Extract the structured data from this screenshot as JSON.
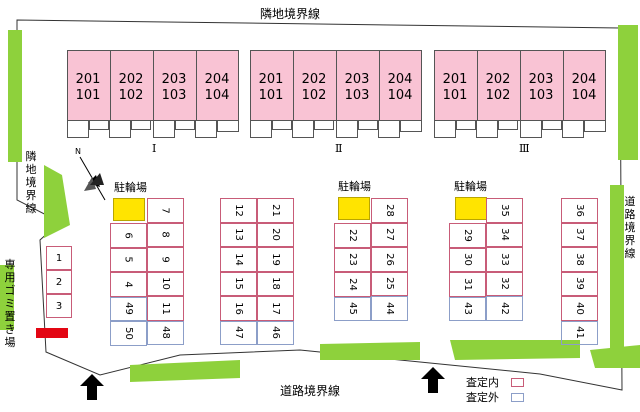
{
  "colors": {
    "building": "#f9c3d4",
    "green": "#8ed13c",
    "bike": "#ffe400",
    "garbage": "#e30613",
    "inside": "#c85c78",
    "outside": "#8c9ec8"
  },
  "boundary": {
    "top": "隣地境界線",
    "left": "隣地境界線",
    "right": "道路境界線",
    "bottom": "道路境界線"
  },
  "buildings": [
    {
      "label": "Ⅰ",
      "units": [
        [
          "201",
          "101"
        ],
        [
          "202",
          "102"
        ],
        [
          "203",
          "103"
        ],
        [
          "204",
          "104"
        ]
      ]
    },
    {
      "label": "Ⅱ",
      "units": [
        [
          "201",
          "101"
        ],
        [
          "202",
          "102"
        ],
        [
          "203",
          "103"
        ],
        [
          "204",
          "104"
        ]
      ]
    },
    {
      "label": "Ⅲ",
      "units": [
        [
          "201",
          "101"
        ],
        [
          "202",
          "102"
        ],
        [
          "203",
          "103"
        ],
        [
          "204",
          "104"
        ]
      ]
    }
  ],
  "bicycle_parking": [
    "駐輪場",
    "駐輪場",
    "駐輪場"
  ],
  "garbage_area": "専用ゴミ置き場",
  "parking": {
    "left": [
      "1",
      "2",
      "3"
    ],
    "blockA_left": [
      "6",
      "5",
      "4",
      "49",
      "50"
    ],
    "blockA_right": [
      "7",
      "8",
      "9",
      "10",
      "11",
      "48"
    ],
    "blockB_left": [
      "12",
      "13",
      "14",
      "15",
      "16",
      "47"
    ],
    "blockB_right": [
      "21",
      "20",
      "19",
      "18",
      "17",
      "46"
    ],
    "blockC_left": [
      "22",
      "23",
      "24",
      "45"
    ],
    "blockC_right": [
      "28",
      "27",
      "26",
      "25",
      "44"
    ],
    "blockD_left": [
      "29",
      "30",
      "31",
      "43"
    ],
    "blockD_right": [
      "35",
      "34",
      "33",
      "32",
      "42"
    ],
    "blockE_right": [
      "36",
      "37",
      "38",
      "39",
      "40",
      "41"
    ]
  },
  "legend": {
    "inside": "査定内",
    "outside": "査定外"
  }
}
